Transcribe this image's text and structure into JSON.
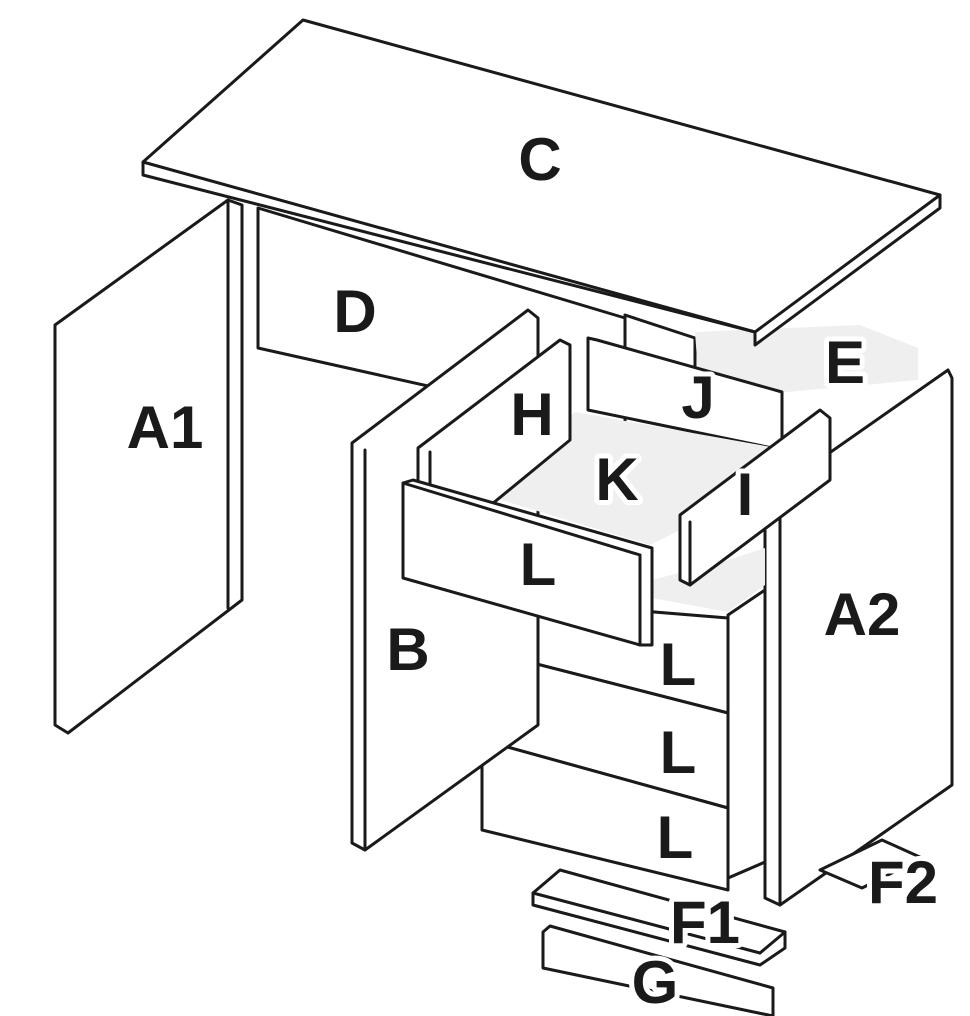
{
  "parts": {
    "C": "C",
    "D": "D",
    "E": "E",
    "A1": "A1",
    "A2": "A2",
    "B": "B",
    "H": "H",
    "J": "J",
    "K": "K",
    "I": "I",
    "L_top": "L",
    "L_2": "L",
    "L_3": "L",
    "L_4": "L",
    "F1": "F1",
    "F2": "F2",
    "G": "G"
  }
}
